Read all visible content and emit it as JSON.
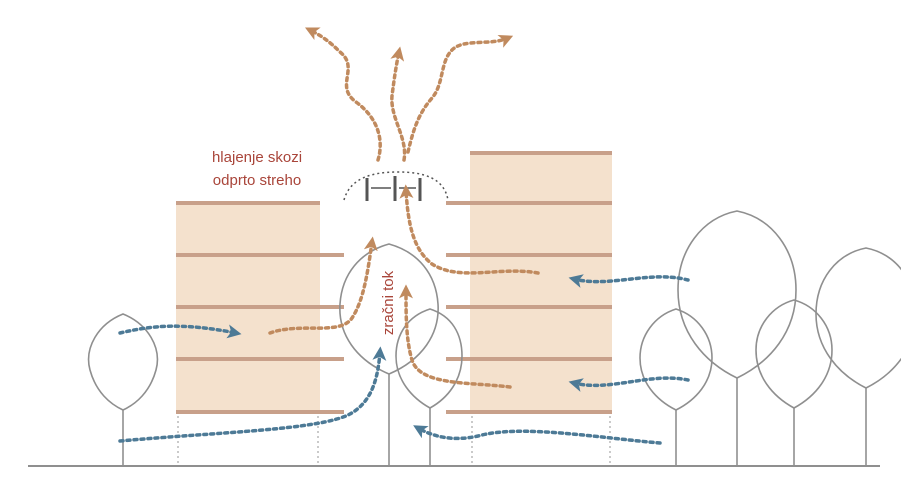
{
  "labels": {
    "roof_line1": "hlajenje skozi",
    "roof_line2": "odprto streho",
    "air_flow": "zračni tok"
  },
  "colors": {
    "building_fill": "#f4e1cd",
    "slab": "#c8a08a",
    "tree": "#8f8f8f",
    "ground": "#8f8f8f",
    "cool_air": "#4d7a96",
    "warm_air": "#c08a5e",
    "text": "#a9453a",
    "roof_vent": "#555555"
  },
  "icons": {
    "tree": "tree-icon",
    "arrow": "arrow-icon"
  }
}
